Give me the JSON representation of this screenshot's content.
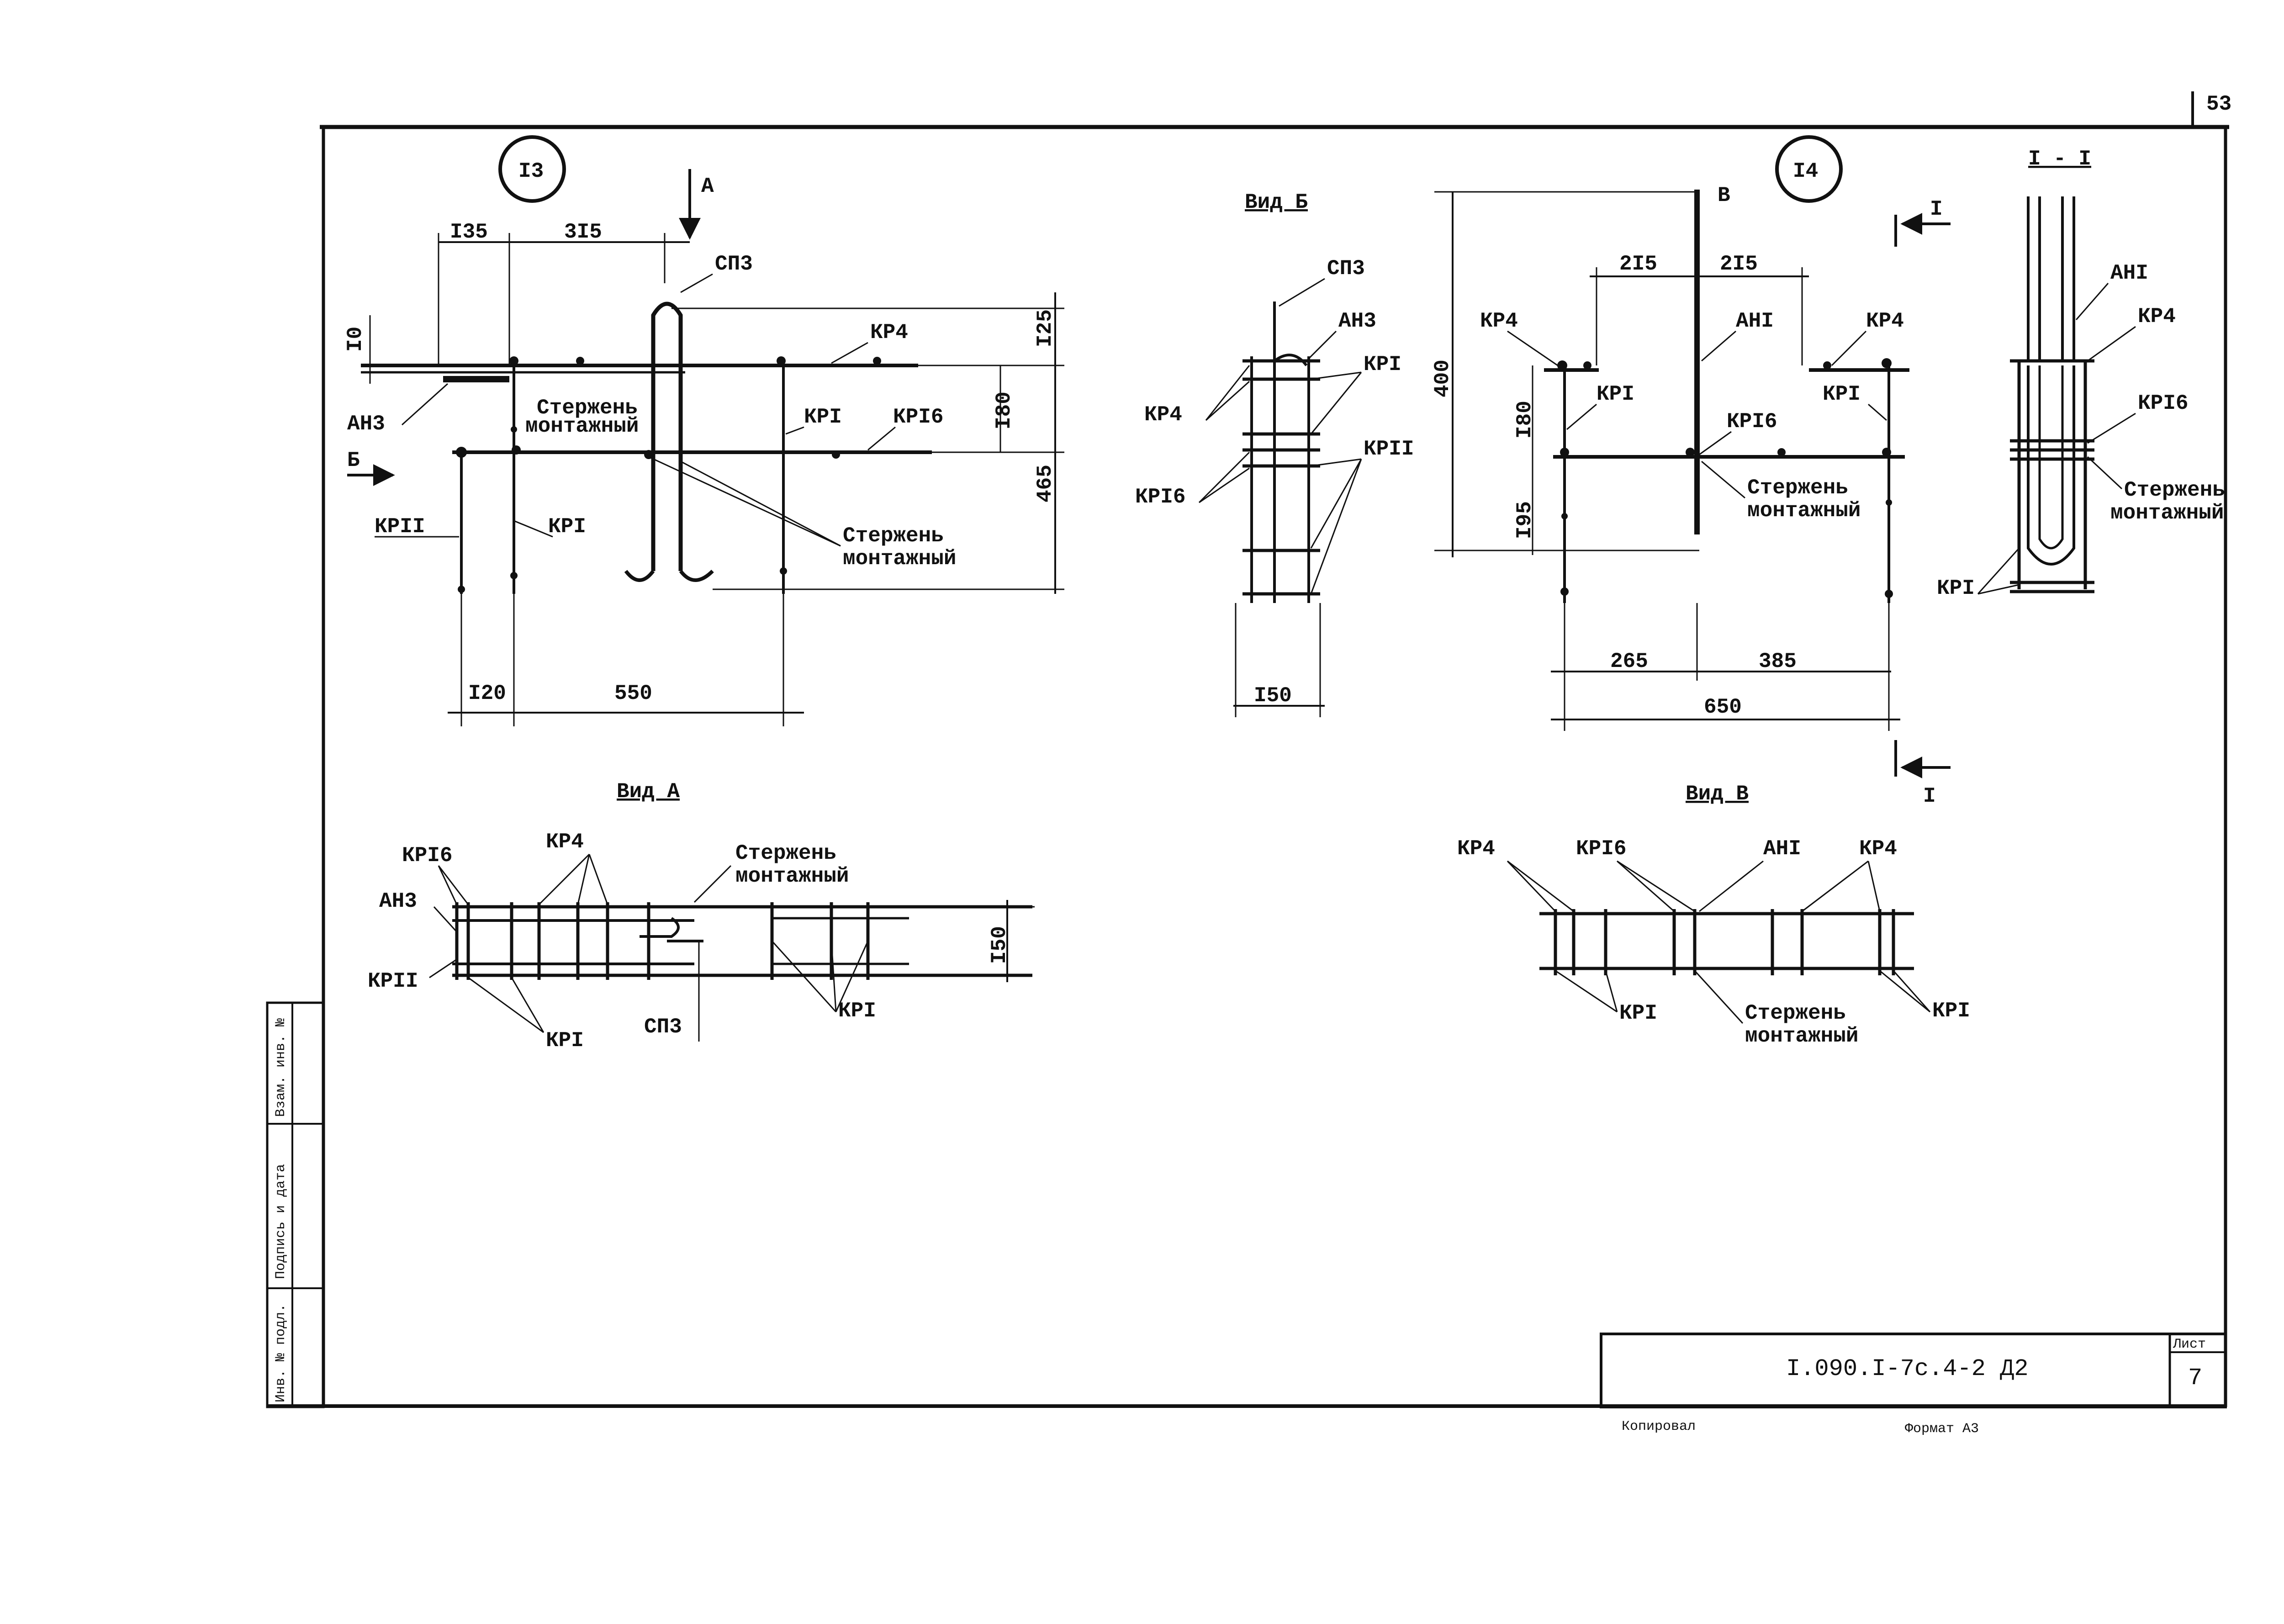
{
  "sheet": {
    "page_number": "53",
    "doc_code": "I.090.I-7c.4-2 Д2",
    "sheet_label": "Лист",
    "sheet_number": "7",
    "copied_label": "Копировал",
    "format_label": "Формат А3",
    "side_stamp": [
      "Инв. № подл.",
      "Подпись и дата",
      "Взам. инв. №"
    ]
  },
  "node13": {
    "marker": "I3",
    "view_arrow": "А",
    "view_arrow_b": "Б",
    "dims": {
      "d135": "I35",
      "d315": "3I5",
      "d10": "I0",
      "d125": "I25",
      "d180": "I80",
      "d465": "465",
      "d120": "I20",
      "d550": "550"
    },
    "labels": {
      "sp3": "СП3",
      "kr4": "КР4",
      "ah3": "АН3",
      "rod": "Стержень",
      "rod2": "монтажный",
      "kr1a": "КРI",
      "kr16": "КРI6",
      "kr11": "КРII",
      "kr1b": "КРI",
      "rodb": "Стержень",
      "rodb2": "монтажный"
    }
  },
  "view_b": {
    "title": "Вид Б",
    "dims": {
      "d150": "I50"
    },
    "labels": {
      "sp3": "СП3",
      "ah3": "АН3",
      "kr1": "КРI",
      "kr4": "КР4",
      "kr11": "КРII",
      "kr16": "КРI6"
    }
  },
  "node14": {
    "marker": "I4",
    "view_arrow": "В",
    "section_mark": "I",
    "dims": {
      "d215a": "2I5",
      "d215b": "2I5",
      "d400": "400",
      "d180": "I80",
      "d195": "I95",
      "d265": "265",
      "d385": "385",
      "d650": "650"
    },
    "labels": {
      "kr4a": "КР4",
      "ah1": "АНI",
      "kr4b": "КР4",
      "kr1a": "КРI",
      "kr16": "КРI6",
      "kr1b": "КРI",
      "rod": "Стержень",
      "rod2": "монтажный"
    }
  },
  "section_1": {
    "title": "I - I",
    "labels": {
      "ah1": "АНI",
      "kr4": "КР4",
      "kr16": "КРI6",
      "rod": "Стержень",
      "rod2": "монтажный",
      "kr1": "КРI"
    }
  },
  "view_a": {
    "title": "Вид А",
    "dims": {
      "d150": "I50"
    },
    "labels": {
      "kr16": "КРI6",
      "kr4": "КР4",
      "rod": "Стержень",
      "rod2": "монтажный",
      "ah3": "АН3",
      "kr11": "КРII",
      "kr1a": "КРI",
      "sp3": "СП3",
      "kr1b": "КРI"
    }
  },
  "view_v": {
    "title": "Вид В",
    "labels": {
      "kr4a": "КР4",
      "kr16": "КРI6",
      "ah1": "АНI",
      "kr4b": "КР4",
      "kr1a": "КРI",
      "rod": "Стержень",
      "rod2": "монтажный",
      "kr1b": "КРI"
    }
  }
}
